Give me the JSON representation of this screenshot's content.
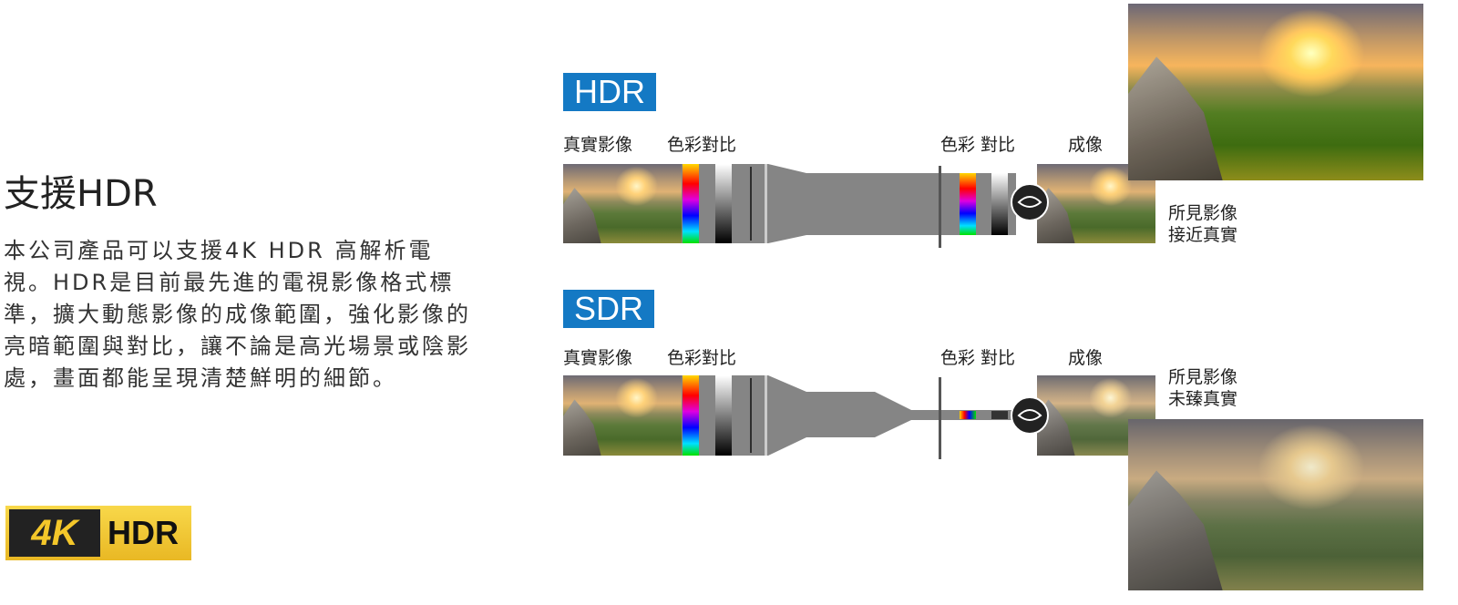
{
  "heading": "支援HDR",
  "description": "本公司產品可以支援4K HDR 高解析電視。HDR是目前最先進的電視影像格式標準，擴大動態影像的成像範圍，強化影像的亮暗範圍與對比，讓不論是高光場景或陰影處，畫面都能呈現清楚鮮明的細節。",
  "logo": {
    "k": "4K",
    "hdr": "HDR"
  },
  "hdr": {
    "badge": "HDR",
    "real": "真實影像",
    "color1": "色彩對比",
    "color2": "色彩 對比",
    "output": "成像",
    "result": "所見影像\n接近真實",
    "result_l1": "所見影像",
    "result_l2": "接近真實"
  },
  "sdr": {
    "badge": "SDR",
    "real": "真實影像",
    "color1": "色彩對比",
    "color2": "色彩 對比",
    "output": "成像",
    "result_l1": "所見影像",
    "result_l2": "未臻真實"
  },
  "colors": {
    "badge": "#1479c4",
    "pipe": "#858585"
  }
}
